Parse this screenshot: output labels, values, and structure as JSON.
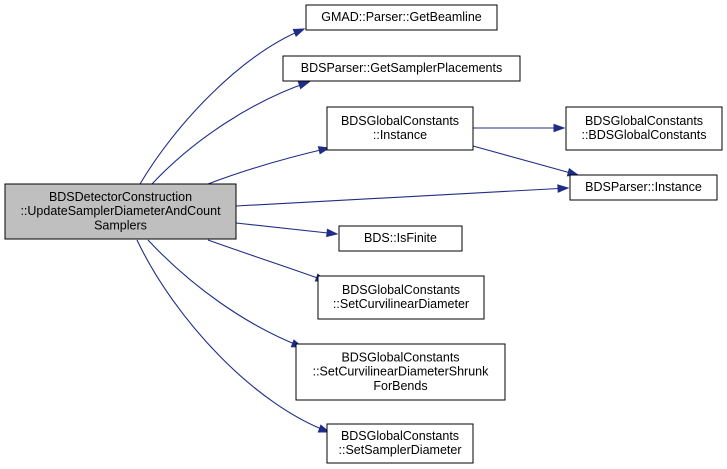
{
  "graph": {
    "nodes": [
      {
        "id": "root",
        "lines": [
          "BDSDetectorConstruction",
          "::UpdateSamplerDiameterAndCount",
          "Samplers"
        ],
        "highlight": true
      },
      {
        "id": "getbeamline",
        "lines": [
          "GMAD::Parser::GetBeamline"
        ]
      },
      {
        "id": "getsamplerplacements",
        "lines": [
          "BDSParser::GetSamplerPlacements"
        ]
      },
      {
        "id": "gc_instance",
        "lines": [
          "BDSGlobalConstants",
          "::Instance"
        ]
      },
      {
        "id": "gc_ctor",
        "lines": [
          "BDSGlobalConstants",
          "::BDSGlobalConstants"
        ]
      },
      {
        "id": "parser_instance",
        "lines": [
          "BDSParser::Instance"
        ]
      },
      {
        "id": "isfinite",
        "lines": [
          "BDS::IsFinite"
        ]
      },
      {
        "id": "setcurvdiam",
        "lines": [
          "BDSGlobalConstants",
          "::SetCurvilinearDiameter"
        ]
      },
      {
        "id": "setcurvdiamshrunk",
        "lines": [
          "BDSGlobalConstants",
          "::SetCurvilinearDiameterShrunk",
          "ForBends"
        ]
      },
      {
        "id": "setsamplerdiam",
        "lines": [
          "BDSGlobalConstants",
          "::SetSamplerDiameter"
        ]
      }
    ],
    "edges": [
      {
        "from": "root",
        "to": "getbeamline"
      },
      {
        "from": "root",
        "to": "getsamplerplacements"
      },
      {
        "from": "root",
        "to": "gc_instance"
      },
      {
        "from": "root",
        "to": "parser_instance"
      },
      {
        "from": "root",
        "to": "isfinite"
      },
      {
        "from": "root",
        "to": "setcurvdiam"
      },
      {
        "from": "root",
        "to": "setcurvdiamshrunk"
      },
      {
        "from": "root",
        "to": "setsamplerdiam"
      },
      {
        "from": "gc_instance",
        "to": "gc_ctor"
      },
      {
        "from": "gc_instance",
        "to": "parser_instance"
      }
    ]
  }
}
